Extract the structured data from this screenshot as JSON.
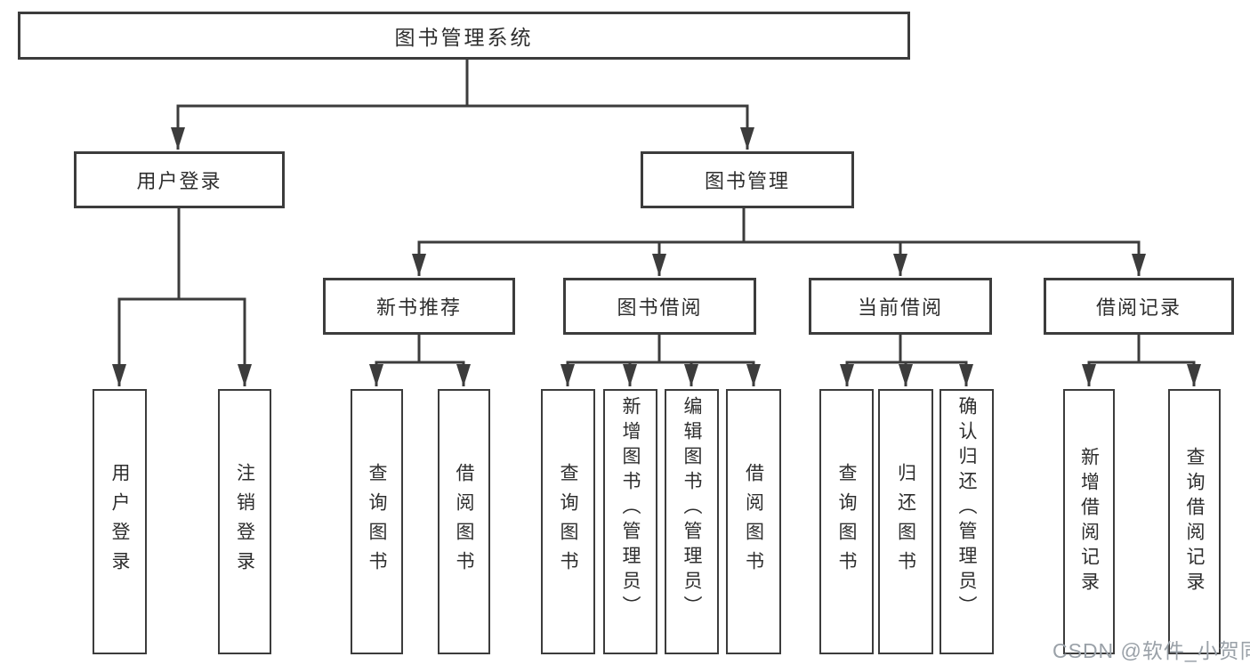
{
  "diagram_type": "hierarchy-tree",
  "tree": {
    "label": "图书管理系统",
    "children": [
      {
        "label": "用户登录",
        "children": [
          {
            "label": "用户登录"
          },
          {
            "label": "注销登录"
          }
        ]
      },
      {
        "label": "图书管理",
        "children": [
          {
            "label": "新书推荐",
            "children": [
              {
                "label": "查询图书"
              },
              {
                "label": "借阅图书"
              }
            ]
          },
          {
            "label": "图书借阅",
            "children": [
              {
                "label": "查询图书"
              },
              {
                "label": "新增图书（管理员）"
              },
              {
                "label": "编辑图书（管理员）"
              },
              {
                "label": "借阅图书"
              }
            ]
          },
          {
            "label": "当前借阅",
            "children": [
              {
                "label": "查询图书"
              },
              {
                "label": "归还图书"
              },
              {
                "label": "确认归还（管理员）"
              }
            ]
          },
          {
            "label": "借阅记录",
            "children": [
              {
                "label": "新增借阅记录"
              },
              {
                "label": "查询借阅记录"
              }
            ]
          }
        ]
      }
    ]
  },
  "watermark": "CSDN @软件_小贺同学",
  "colors": {
    "line": "#3c3c3c",
    "box_border": "#3c3c3c",
    "text": "#2e2e2e",
    "watermark": "#9aa1a8",
    "background": "#ffffff"
  }
}
